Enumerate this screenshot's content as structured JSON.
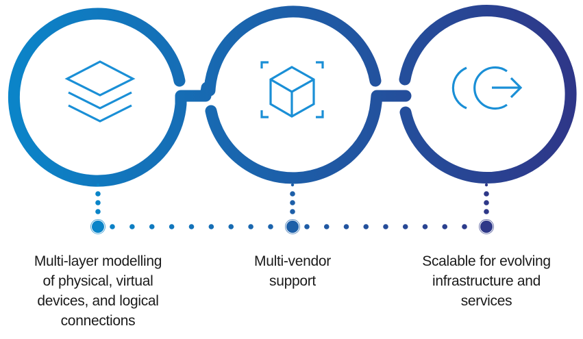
{
  "diagram": {
    "type": "process-flow",
    "colors": {
      "start": "#0a84c8",
      "mid": "#1d5fa8",
      "end": "#2e3888",
      "icon": "#1a8fd6"
    },
    "steps": [
      {
        "id": "multi-layer",
        "icon": "layers-icon",
        "label_lines": [
          "Multi-layer modelling",
          "of physical, virtual",
          "devices, and logical",
          "connections"
        ]
      },
      {
        "id": "multi-vendor",
        "icon": "cube-scan-icon",
        "label_lines": [
          "Multi-vendor",
          "support"
        ]
      },
      {
        "id": "scalable",
        "icon": "scale-out-icon",
        "label_lines": [
          "Scalable for evolving",
          "infrastructure and",
          "services"
        ]
      }
    ]
  }
}
